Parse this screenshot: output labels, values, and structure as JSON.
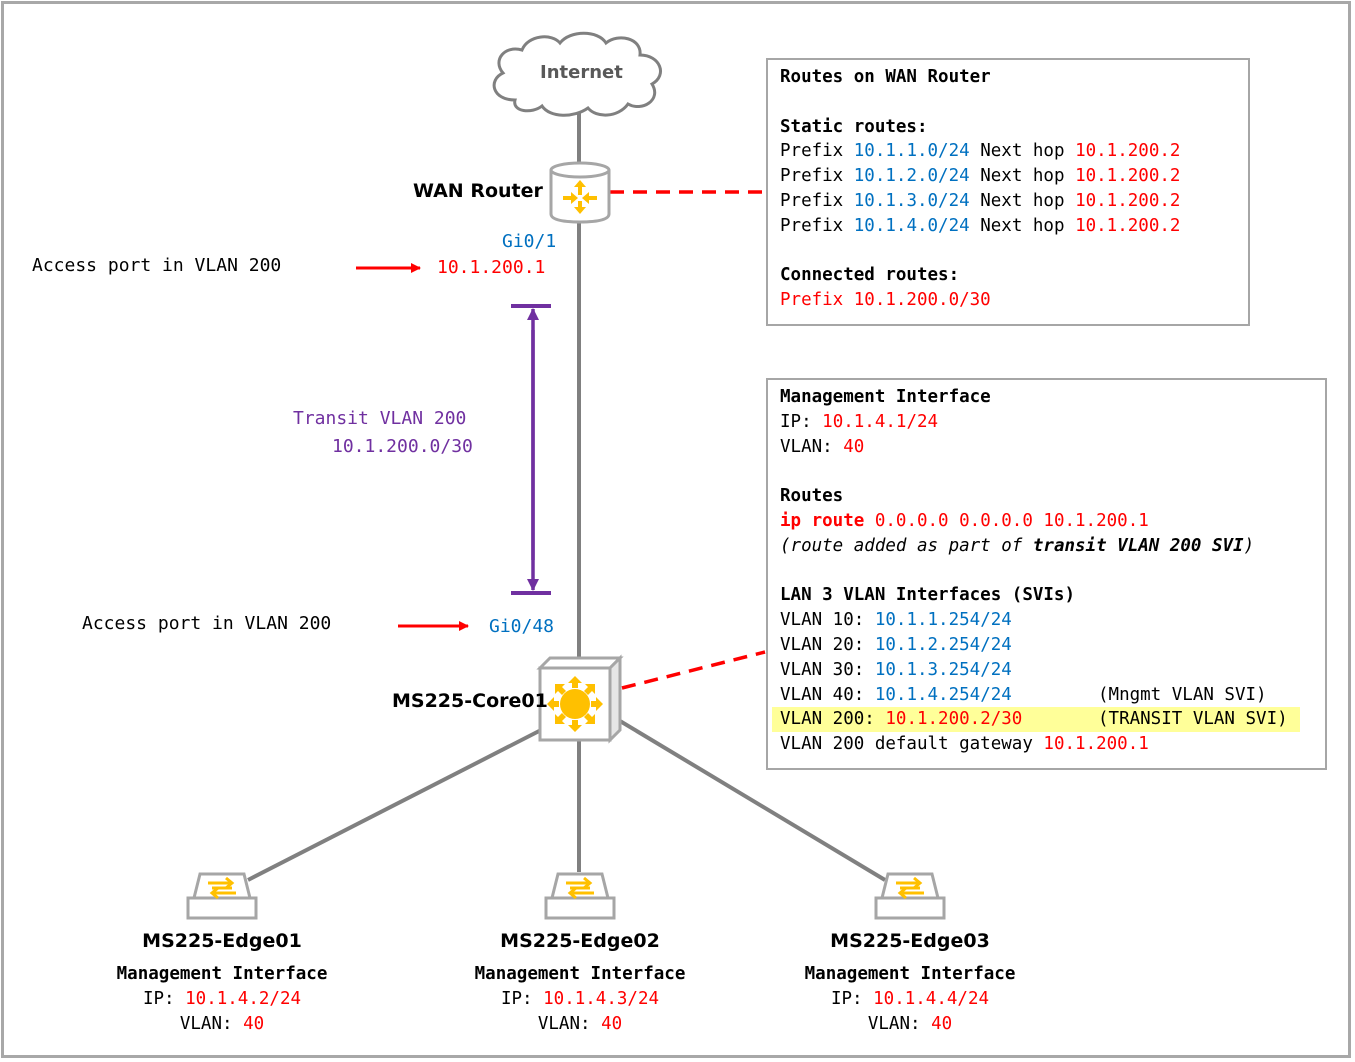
{
  "colors": {
    "link": "#808080",
    "accent_red": "#ff0000",
    "accent_blue": "#0070c0",
    "accent_purple": "#7030a0",
    "icon_yellow": "#ffc000",
    "highlight": "#ffff99",
    "border": "#a6a6a6"
  },
  "nodes": {
    "internet": {
      "label": "Internet",
      "icon": "cloud-icon"
    },
    "wan_router": {
      "label": "WAN Router",
      "icon": "router-icon",
      "port": "Gi0/1",
      "ip": "10.1.200.1"
    },
    "core": {
      "label": "MS225-Core01",
      "icon": "layer3-switch-icon",
      "port": "Gi0/48"
    },
    "edges": [
      {
        "label": "MS225-Edge01",
        "icon": "switch-icon",
        "mgmt_title": "Management Interface",
        "ip_label": "IP:",
        "ip": "10.1.4.2/24",
        "vlan_label": "VLAN:",
        "vlan": "40"
      },
      {
        "label": "MS225-Edge02",
        "icon": "switch-icon",
        "mgmt_title": "Management Interface",
        "ip_label": "IP:",
        "ip": "10.1.4.3/24",
        "vlan_label": "VLAN:",
        "vlan": "40"
      },
      {
        "label": "MS225-Edge03",
        "icon": "switch-icon",
        "mgmt_title": "Management Interface",
        "ip_label": "IP:",
        "ip": "10.1.4.4/24",
        "vlan_label": "VLAN:",
        "vlan": "40"
      }
    ]
  },
  "annotations": {
    "access_port_top": "Access port in VLAN 200",
    "access_port_bottom": "Access port in VLAN 200",
    "transit_title": "Transit VLAN 200",
    "transit_subnet": "10.1.200.0/30"
  },
  "wan_routes_box": {
    "title": "Routes on WAN Router",
    "static_title": "Static routes:",
    "static_routes": [
      {
        "prefix_label": "Prefix",
        "prefix": "10.1.1.0/24",
        "next_hop_label": "Next hop",
        "next_hop": "10.1.200.2"
      },
      {
        "prefix_label": "Prefix",
        "prefix": "10.1.2.0/24",
        "next_hop_label": "Next hop",
        "next_hop": "10.1.200.2"
      },
      {
        "prefix_label": "Prefix",
        "prefix": "10.1.3.0/24",
        "next_hop_label": "Next hop",
        "next_hop": "10.1.200.2"
      },
      {
        "prefix_label": "Prefix",
        "prefix": "10.1.4.0/24",
        "next_hop_label": "Next hop",
        "next_hop": "10.1.200.2"
      }
    ],
    "connected_title": "Connected routes:",
    "connected_route": "Prefix 10.1.200.0/30"
  },
  "core_box": {
    "mgmt_title": "Management Interface",
    "ip_label": "IP:",
    "ip": "10.1.4.1/24",
    "vlan_label": "VLAN:",
    "vlan": "40",
    "routes_title": "Routes",
    "route_cmd": "ip route",
    "route_args": "0.0.0.0 0.0.0.0 10.1.200.1",
    "route_note_pre": "(route added as part of ",
    "route_note_bold": "transit VLAN 200 SVI",
    "route_note_post": ")",
    "svi_title": "LAN 3 VLAN Interfaces (SVIs)",
    "svis": [
      {
        "label": "VLAN 10:",
        "ip": "10.1.1.254/24",
        "note": ""
      },
      {
        "label": "VLAN 20:",
        "ip": "10.1.2.254/24",
        "note": ""
      },
      {
        "label": "VLAN 30:",
        "ip": "10.1.3.254/24",
        "note": ""
      },
      {
        "label": "VLAN 40:",
        "ip": "10.1.4.254/24",
        "note": "(Mngmt VLAN SVI)"
      }
    ],
    "transit_svi": {
      "label": "VLAN 200:",
      "ip": "10.1.200.2/30",
      "note": "(TRANSIT VLAN SVI)"
    },
    "gateway_label": "VLAN 200 default gateway",
    "gateway": "10.1.200.1"
  }
}
